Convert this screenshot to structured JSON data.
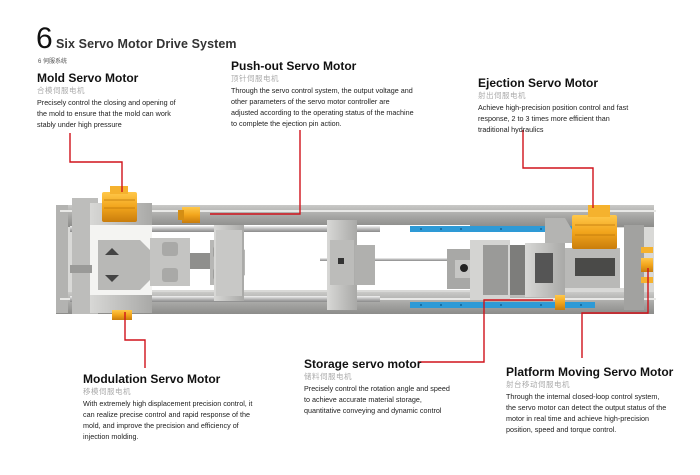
{
  "header": {
    "number": "6",
    "title": "Six Servo Motor Drive System",
    "subtitle_cn": "6 伺服系统"
  },
  "colors": {
    "leader_line": "#d0121b",
    "motor_orange": "#f0a020",
    "rail_blue": "#2e9ad6",
    "frame_gray": "#9a9a98"
  },
  "callouts": {
    "mold": {
      "title": "Mold Servo Motor",
      "title_cn": "合模伺服电机",
      "description": "Precisely control the closing and opening of the mold to ensure that the mold can work stably under high pressure"
    },
    "pushout": {
      "title": "Push-out Servo Motor",
      "title_cn": "顶针伺服电机",
      "description": "Through the servo control system, the output voltage and other parameters of the servo motor controller are adjusted according to the operating status of the machine to complete the ejection pin action."
    },
    "ejection": {
      "title": "Ejection Servo Motor",
      "title_cn": "射出伺服电机",
      "description": "Achieve high-precision position control and fast response, 2 to 3 times more efficient than traditional hydraulics"
    },
    "modulation": {
      "title": "Modulation Servo Motor",
      "title_cn": "移模伺服电机",
      "description": "With extremely high displacement precision control, it can realize precise control and rapid response of the mold, and improve the precision and efficiency of injection molding."
    },
    "storage": {
      "title": "Storage servo motor",
      "title_cn": "储料伺服电机",
      "description": "Precisely control the rotation angle and speed to achieve accurate material storage, quantitative conveying and dynamic control"
    },
    "platform": {
      "title": "Platform Moving Servo Motor",
      "title_cn": "射台移动伺服电机",
      "description": "Through the internal closed-loop control system, the servo motor can detect the output status of the motor in real time and achieve high-precision position, speed and torque control."
    }
  }
}
